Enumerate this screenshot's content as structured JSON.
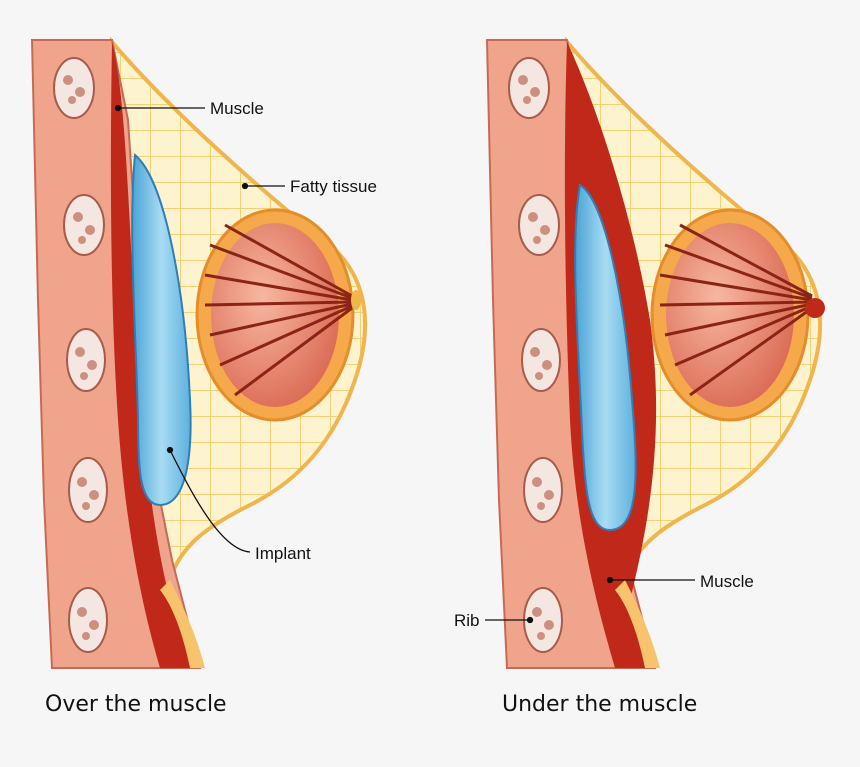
{
  "left_panel": {
    "caption": "Over the muscle",
    "labels": {
      "muscle": "Muscle",
      "fatty_tissue": "Fatty tissue",
      "implant": "Implant"
    }
  },
  "right_panel": {
    "caption": "Under the muscle",
    "labels": {
      "muscle": "Muscle",
      "rib": "Rib"
    }
  },
  "colors": {
    "chest_wall": "#f0a48c",
    "muscle": "#c0291a",
    "fat": "#fdf0c4",
    "implant": "#8cc8e8",
    "gland": "#e8826e"
  }
}
